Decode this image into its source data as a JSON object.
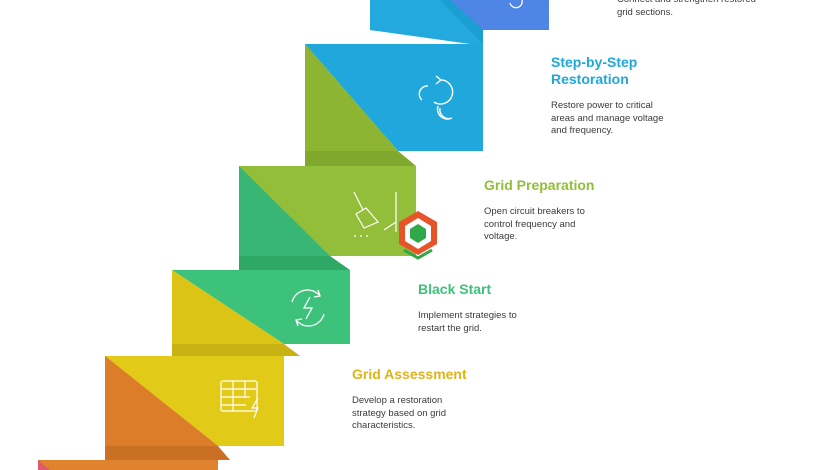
{
  "steps": [
    {
      "title": "",
      "description": "Connect and strengthen restored grid sections.",
      "color": "#4f86e6",
      "icon": "link-icon"
    },
    {
      "title": "Step-by-Step Restoration",
      "description": "Restore power to critical areas and manage voltage and frequency.",
      "color": "#20a8dc",
      "icon": "cycle-arrows-icon"
    },
    {
      "title": "Grid Preparation",
      "description": "Open circuit breakers to control frequency and voltage.",
      "color": "#92be3a",
      "icon": "broom-icon"
    },
    {
      "title": "Black Start",
      "description": "Implement strategies to restart the grid.",
      "color": "#3cc27a",
      "icon": "power-restart-icon"
    },
    {
      "title": "Grid Assessment",
      "description": "Develop a restoration strategy based on grid characteristics.",
      "color": "#e1cb18",
      "icon": "grid-analysis-icon"
    },
    {
      "title": "",
      "description": "",
      "color": "#e0832f",
      "icon": ""
    }
  ],
  "extra_colors": {
    "bottom_partial": "#e05a6a"
  },
  "logo": {
    "name": "logo-hexagon-icon"
  }
}
